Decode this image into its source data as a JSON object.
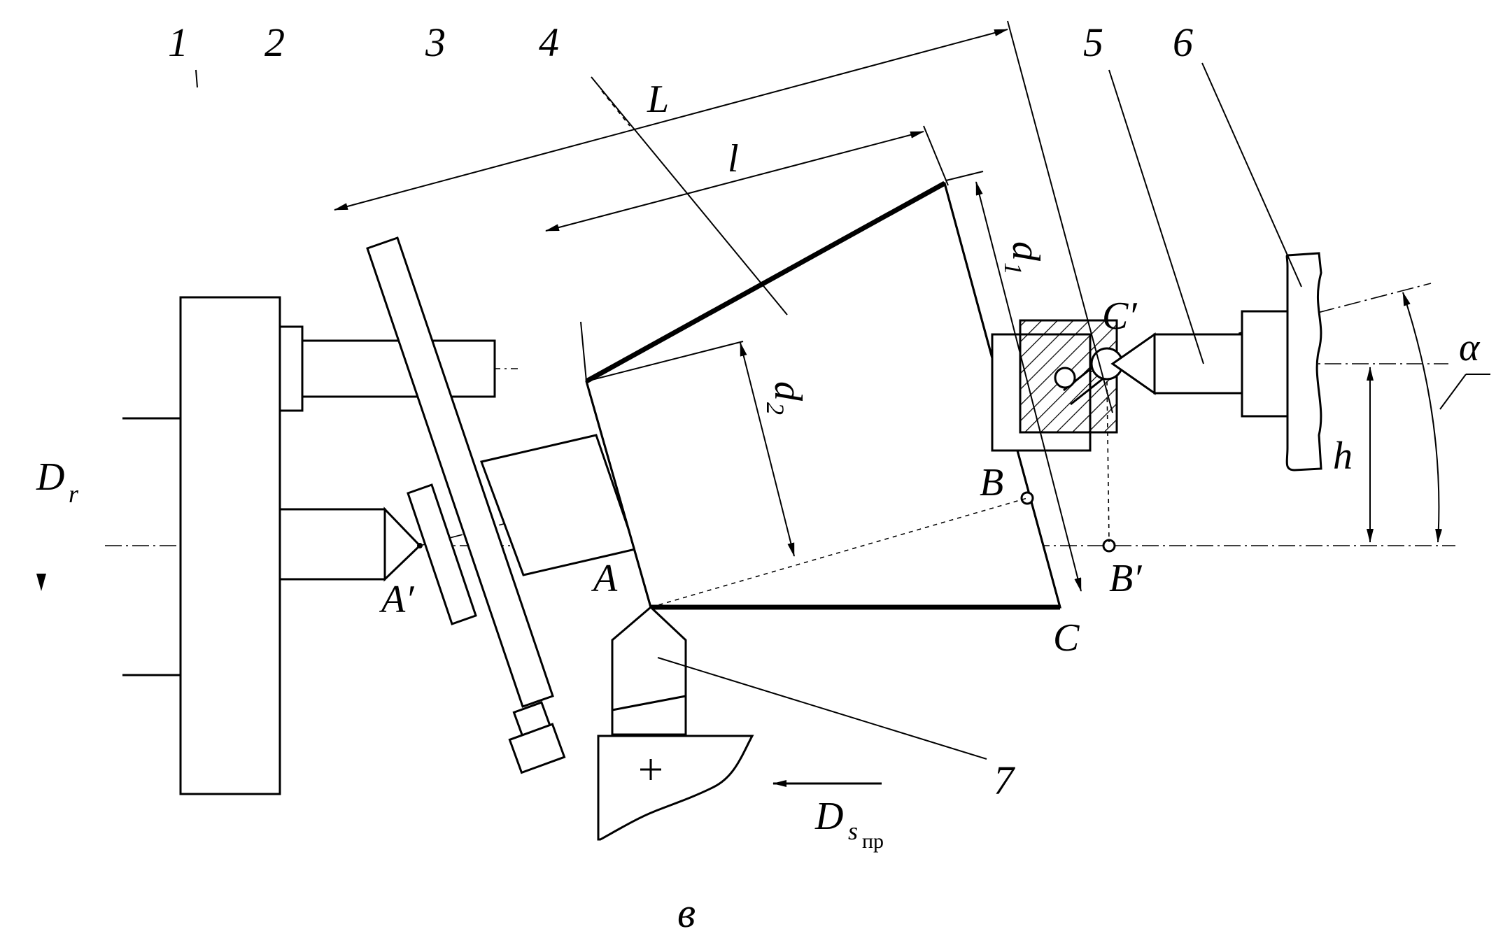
{
  "figure": {
    "part_numbers": [
      "1",
      "2",
      "3",
      "4",
      "5",
      "6",
      "7"
    ],
    "labels": {
      "L": "L",
      "l": "l",
      "d1": "d",
      "d1_sub": "1",
      "d2": "d",
      "d2_sub": "2",
      "A": "A",
      "A_prime": "A′",
      "B": "B",
      "B_prime": "B′",
      "C": "C",
      "C_prime": "C′",
      "h": "h",
      "alpha": "α",
      "Dr": "D",
      "Dr_sub": "r",
      "Ds": "D",
      "Ds_sub": "s",
      "Ds_subsub": "пр"
    },
    "caption": "в"
  },
  "colors": {
    "ink": "#000000",
    "paper": "#ffffff"
  },
  "hatch": "diagonal"
}
